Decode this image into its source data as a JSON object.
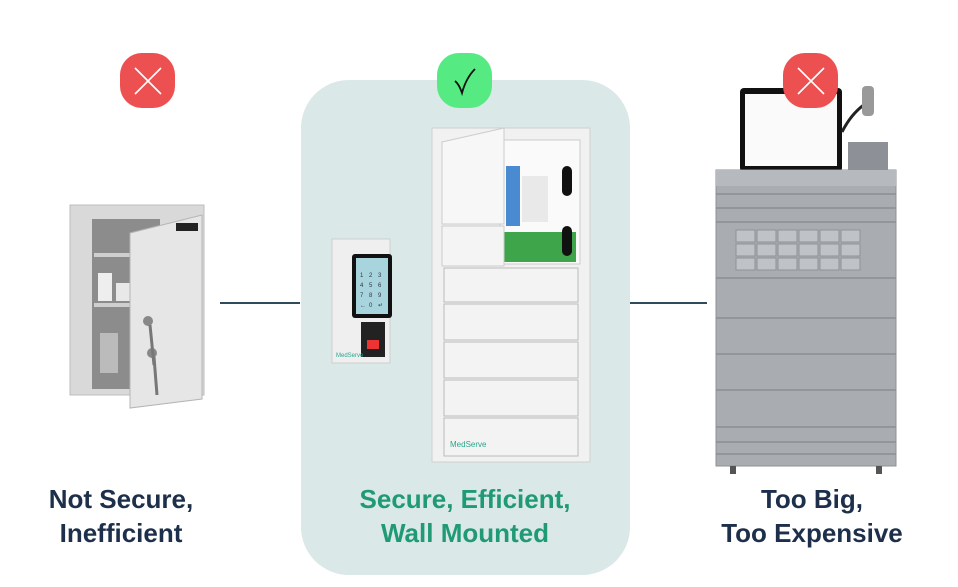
{
  "options": [
    {
      "status": "rejected",
      "status_icon": "x-icon",
      "caption_lines": [
        "Not Secure,",
        "Inefficient"
      ],
      "product": "key-lock-cabinet"
    },
    {
      "status": "approved",
      "status_icon": "checkmark-icon",
      "caption_lines": [
        "Secure, Efficient,",
        "Wall Mounted"
      ],
      "product": "medserve-wall-cabinet",
      "brand_label": "MedServe",
      "keypad_keys": [
        "1",
        "2",
        "3",
        "4",
        "5",
        "6",
        "7",
        "8",
        "9",
        "←",
        "0",
        "↵"
      ]
    },
    {
      "status": "rejected",
      "status_icon": "x-icon",
      "caption_lines": [
        "Too Big,",
        "Too Expensive"
      ],
      "product": "automated-dispensing-cabinet"
    }
  ],
  "colors": {
    "rejected": "#ec5050",
    "approved": "#55ea82",
    "highlight_panel": "#dae8e7",
    "caption_default": "#1d2f4a",
    "caption_highlight": "#1f9a74",
    "connector": "#2f4a5a"
  }
}
